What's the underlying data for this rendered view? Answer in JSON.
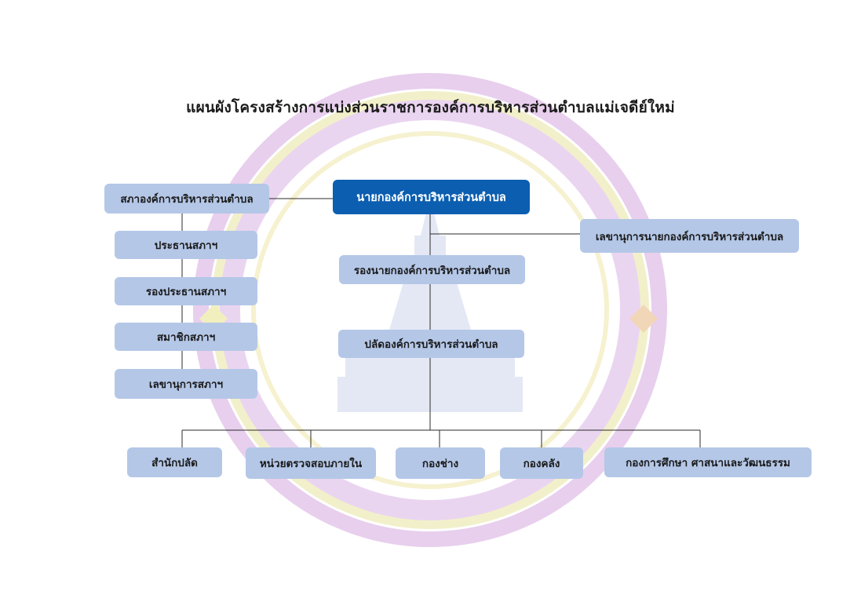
{
  "title": "แผนผังโครงสร้างการแบ่งส่วนราชการองค์การบริหารส่วนตำบลแม่เจดีย์ใหม่",
  "council": {
    "head": "สภาองค์การบริหารส่วนตำบล",
    "members": [
      "ประธานสภาฯ",
      "รองประธานสภาฯ",
      "สมาชิกสภาฯ",
      "เลขานุการสภาฯ"
    ]
  },
  "executive": {
    "chief": "นายกองค์การบริหารส่วนตำบล",
    "secretary": "เลขานุการนายกองค์การบริหารส่วนตำบล",
    "deputy": "รองนายกองค์การบริหารส่วนตำบล",
    "clerk": "ปลัดองค์การบริหารส่วนตำบล"
  },
  "divisions": [
    "สำนักปลัด",
    "หน่วยตรวจสอบภายใน",
    "กองช่าง",
    "กองคลัง",
    "กองการศึกษา ศาสนาและวัฒนธรรม"
  ],
  "colors": {
    "box": "#b4c7e7",
    "primary_box": "#0b5eb0",
    "line": "#2b2b2b",
    "watermark_ring": "#d9a6e3",
    "watermark_ring_inner": "#e9e38c"
  }
}
